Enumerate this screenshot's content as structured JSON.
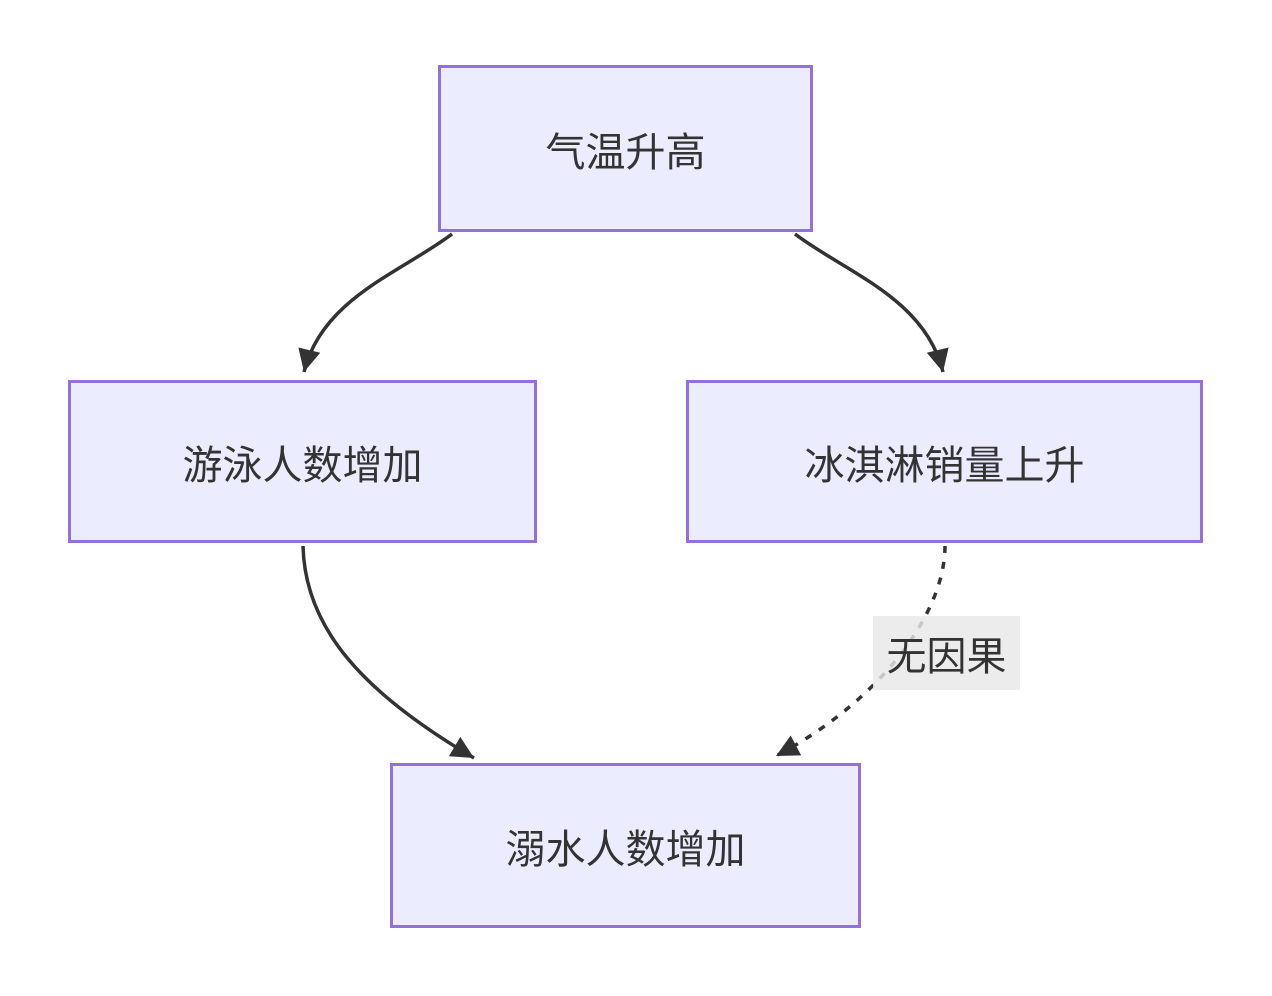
{
  "diagram": {
    "type": "flowchart",
    "direction": "top-down",
    "nodes": {
      "temperature": {
        "label": "气温升高"
      },
      "swimmers": {
        "label": "游泳人数增加"
      },
      "icecream": {
        "label": "冰淇淋销量上升"
      },
      "drowning": {
        "label": "溺水人数增加"
      }
    },
    "edges": [
      {
        "from": "temperature",
        "to": "swimmers",
        "style": "solid"
      },
      {
        "from": "temperature",
        "to": "icecream",
        "style": "solid"
      },
      {
        "from": "swimmers",
        "to": "drowning",
        "style": "solid"
      },
      {
        "from": "icecream",
        "to": "drowning",
        "style": "dotted",
        "label": "无因果"
      }
    ],
    "edge_label": "无因果",
    "colors": {
      "node_fill": "#ECECFF",
      "node_border": "#9370DB",
      "edge_stroke": "#333333",
      "text": "#333333",
      "edge_label_bg": "#e8e8e8",
      "background": "#ffffff"
    }
  }
}
